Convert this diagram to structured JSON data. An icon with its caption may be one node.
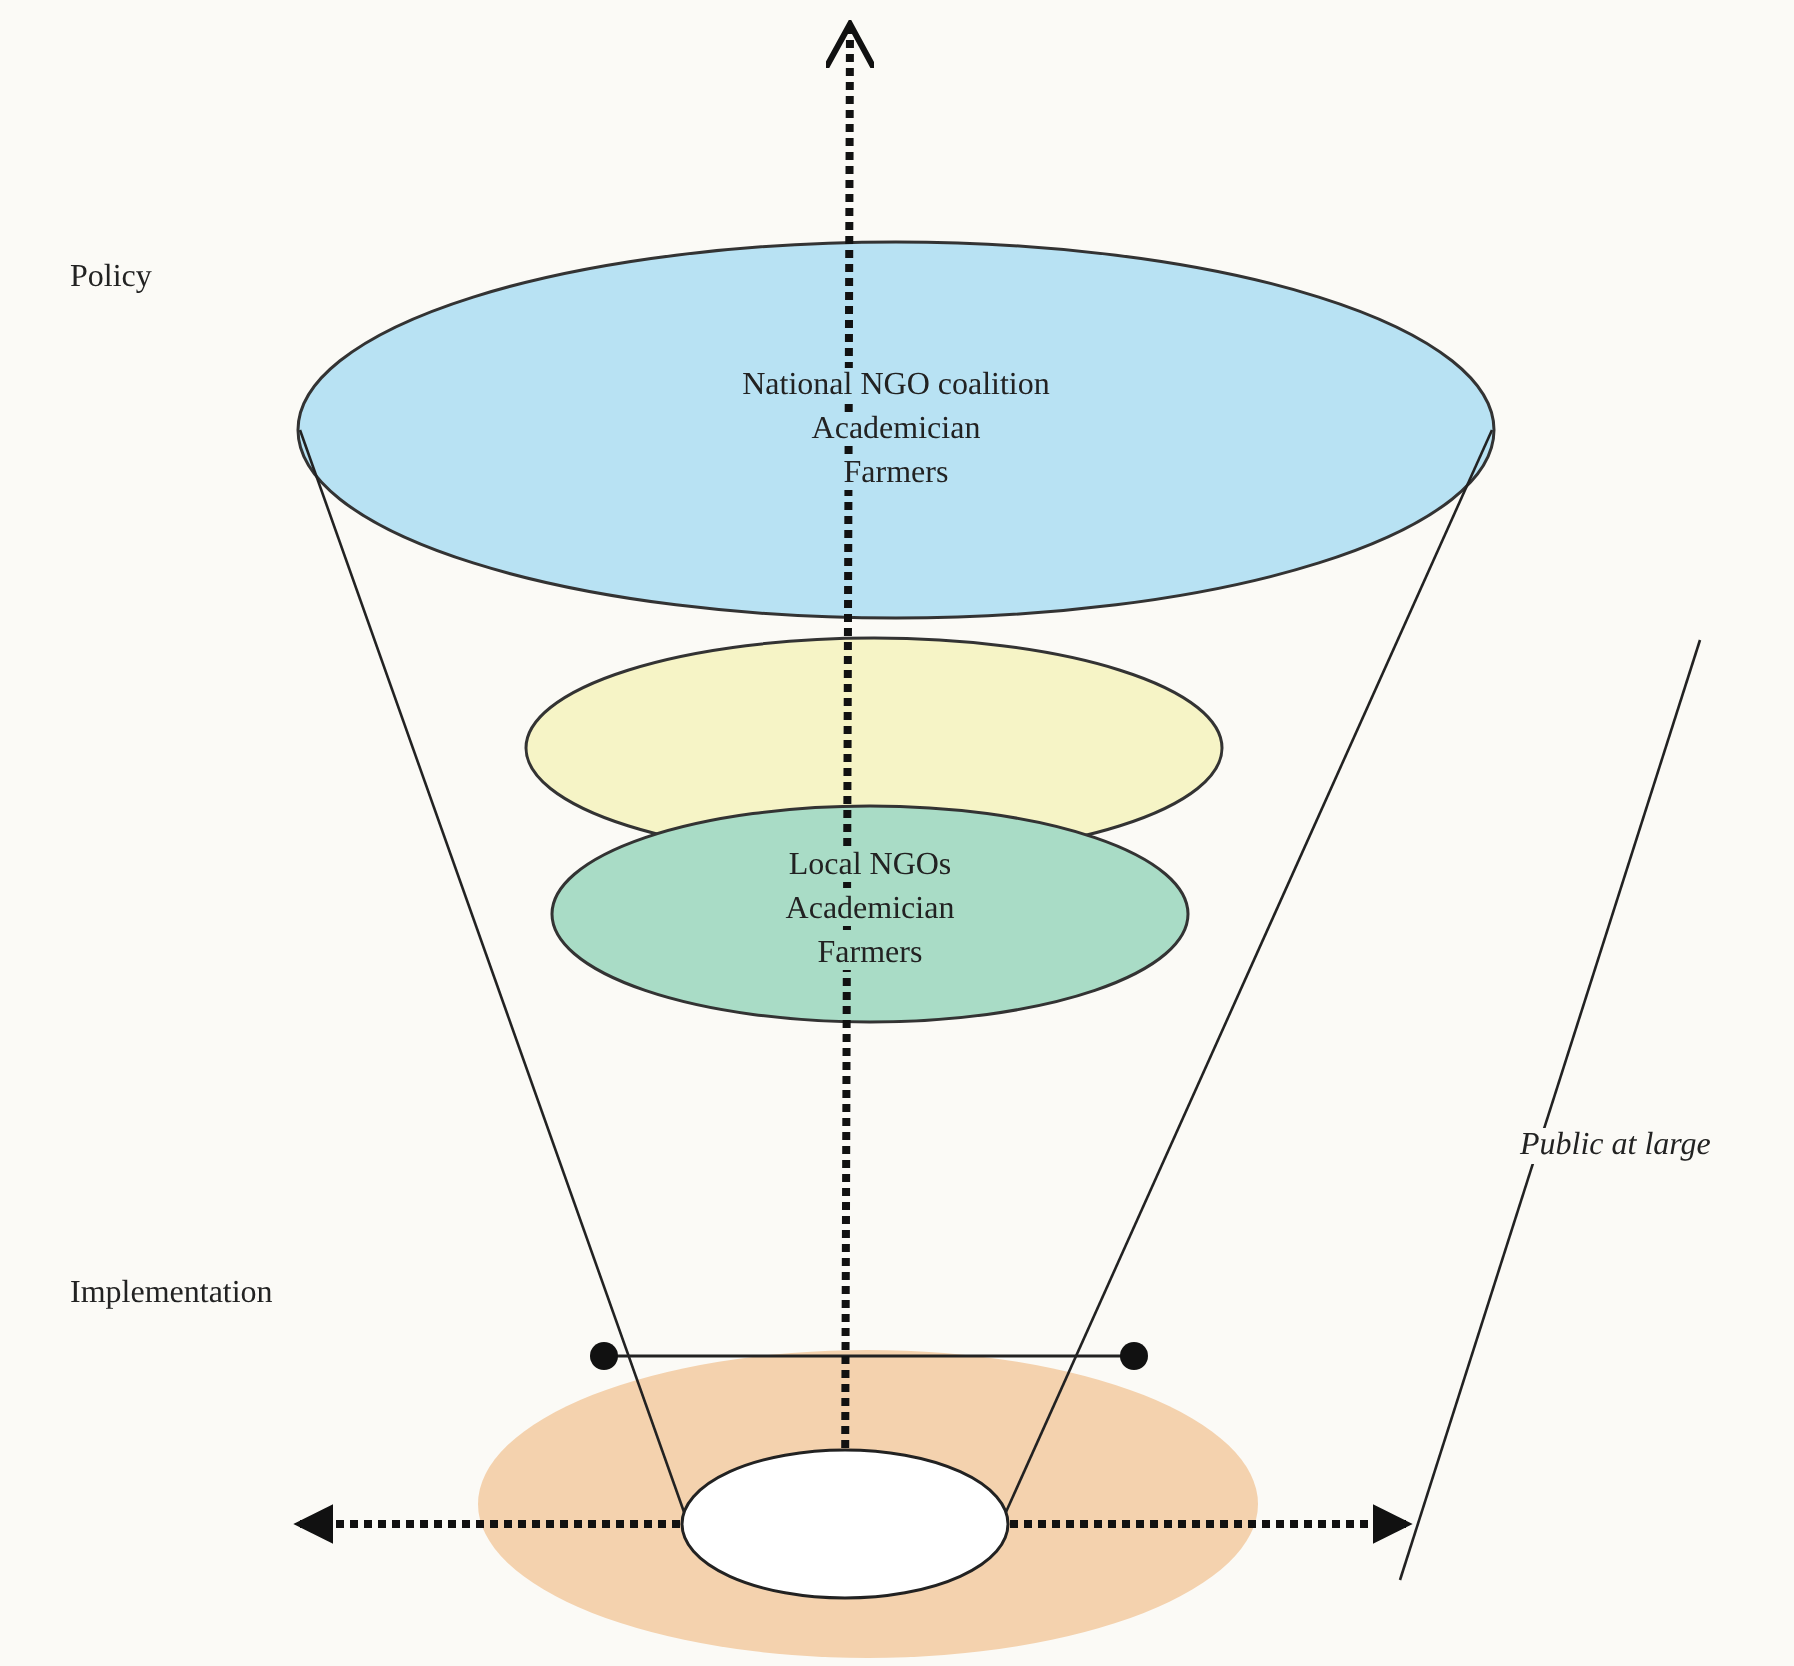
{
  "diagram": {
    "nodes": [
      {
        "text": [
          "National NGO coalition",
          "Academician",
          "Farmers"
        ]
      },
      {
        "text": [],
        "shape": "circle"
      },
      {
        "text": [
          "Local NGOs",
          "Academician",
          "Farmers"
        ]
      },
      {
        "text": [],
        "shape": "circle"
      },
      {
        "text": [],
        "shape": "circle",
        "in": 3
      }
    ],
    "edges": [
      {
        "from": 4,
        "to": null,
        "arrow": "to",
        "style": "dashed"
      },
      {
        "from": 4,
        "to": null,
        "arrow": "to",
        "style": "dashed"
      },
      {
        "from": 4,
        "to": null,
        "arrow": "to",
        "style": "dashed"
      }
    ],
    "labels": [
      "Policy",
      "Implementation",
      "Public at large"
    ]
  }
}
